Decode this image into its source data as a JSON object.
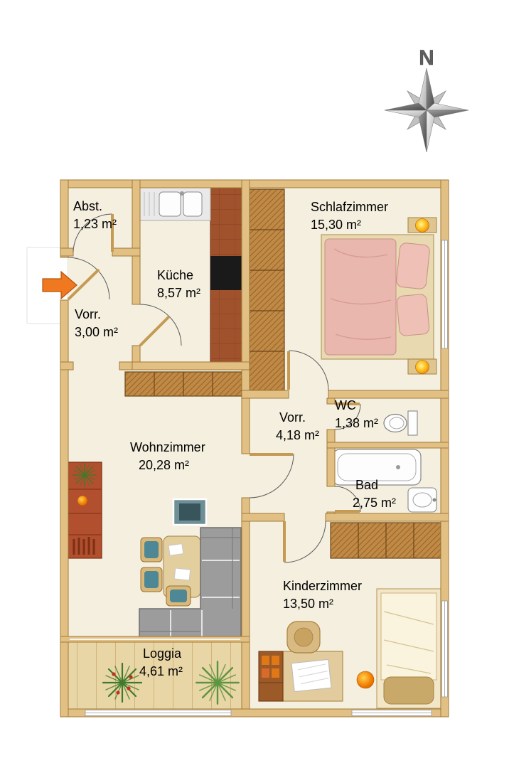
{
  "compass": {
    "label": "N"
  },
  "rooms": {
    "abst": {
      "name": "Abst.",
      "area": "1,23 m²"
    },
    "kueche": {
      "name": "Küche",
      "area": "8,57 m²"
    },
    "schlafzimmer": {
      "name": "Schlafzimmer",
      "area": "15,30 m²"
    },
    "vorr1": {
      "name": "Vorr.",
      "area": "3,00 m²"
    },
    "vorr2": {
      "name": "Vorr.",
      "area": "4,18 m²"
    },
    "wc": {
      "name": "WC",
      "area": "1,38 m²"
    },
    "bad": {
      "name": "Bad",
      "area": "2,75 m²"
    },
    "wohnzimmer": {
      "name": "Wohnzimmer",
      "area": "20,28 m²"
    },
    "kinderzimmer": {
      "name": "Kinderzimmer",
      "area": "13,50 m²"
    },
    "loggia": {
      "name": "Loggia",
      "area": "4,61 m²"
    }
  },
  "colors": {
    "wall": "#e2c084",
    "floor": "#f4efdf",
    "kitchen_tile": "#a0522d",
    "wardrobe": "#c08a45",
    "bed_pink": "#e9b7ad",
    "sofa_gray": "#9c9c9c",
    "accent_orange": "#f0781e",
    "loggia_deck": "#e9d6a6"
  }
}
